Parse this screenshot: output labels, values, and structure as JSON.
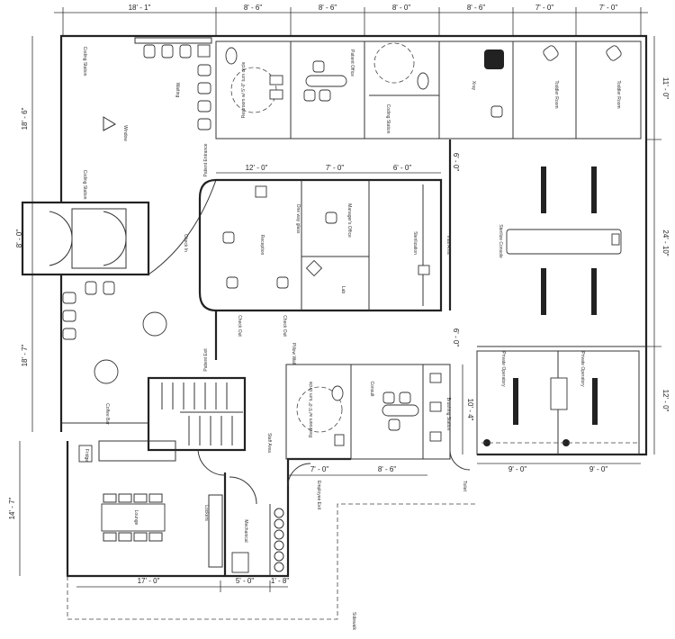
{
  "top_dims": [
    "18' - 1\"",
    "8' - 6\"",
    "8' - 6\"",
    "8' - 0\"",
    "8' - 6\"",
    "7' - 0\"",
    "7' - 0\""
  ],
  "right_dims": [
    "11' - 0\"",
    "24' - 10\"",
    "12' - 0\""
  ],
  "left_dims": [
    "18' - 6\"",
    "8' - 0\"",
    "18' - 7\"",
    "14' - 7\""
  ],
  "bottom_dims": [
    "17' - 0\"",
    "5' - 0\"",
    "1' - 8\""
  ],
  "inner_dims": {
    "reception": "12' - 0\"",
    "manager": "7' - 0\"",
    "sterile": "6' - 0\"",
    "v1": "6' - 0\"",
    "v2": "6' - 0\"",
    "v3": "10' - 4\"",
    "restroom2": "7' - 0\"",
    "consult": "8' - 6\"",
    "op1": "9' - 0\"",
    "op2": "9' - 0\""
  },
  "rooms": {
    "coding1": "Coding Station",
    "waiting": "Waiting",
    "window": "Window",
    "coding2": "Coding Station",
    "restroom": "Restroom w/ 5'-0\" turn circle",
    "patient_office": "Patient Office",
    "coding3": "Coding Station",
    "xray": "Xray",
    "toddler1": "Toddler Room",
    "toddler2": "Toddler Room",
    "patient_entrance": "Patient Entrance",
    "check_in": "Check In",
    "reception": "Reception",
    "one_way_glass": "One way glass",
    "manager": "Manager's Office",
    "lab": "Lab",
    "sterilization": "Sterilization",
    "vital_area": "Vital Area",
    "check_out1": "Check Out",
    "check_out2": "Check Out",
    "patient_exit": "Patient Exit",
    "sterile_counter": "Sterilize Console",
    "private_op1": "Private Operatory",
    "private_op2": "Private Operatory",
    "coffee_bar": "Coffee Bar",
    "pillow_wall": "Pillow Wall",
    "restroom2": "Restroom w/ 5'-0\" turn circle",
    "consult": "Consult",
    "brushing": "Brushing Station",
    "staff_area": "Staff Area",
    "employee_exit": "Employee Exit",
    "lounge": "Lounge",
    "lockers": "Lockers",
    "mechanical": "Mechanical",
    "fridge": "Fridge",
    "sidewalk": "Sidewalk",
    "toilet": "Toilet"
  }
}
